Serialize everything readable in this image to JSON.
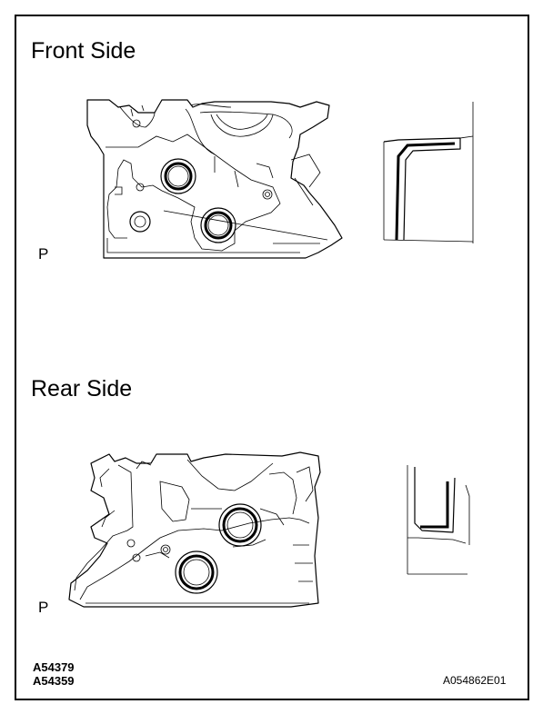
{
  "front": {
    "title": "Front Side",
    "point_label": "P"
  },
  "rear": {
    "title": "Rear Side",
    "point_label": "P"
  },
  "codes": {
    "left_line1": "A54379",
    "left_line2": "A54359",
    "right": "A054862E01"
  }
}
